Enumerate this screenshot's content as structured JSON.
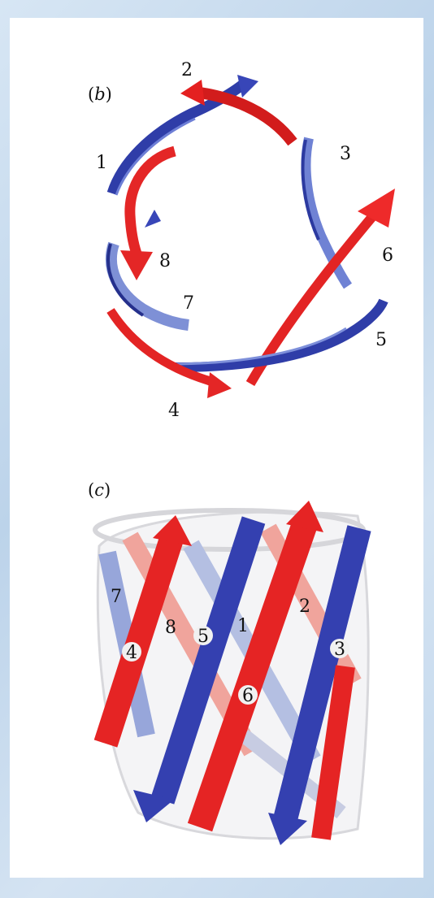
{
  "colors": {
    "red": "#ec2424",
    "blue": "#3846b8",
    "light_red": "#ef9a92",
    "light_blue": "#8fa1d8",
    "border": "#c9dcee"
  },
  "panel_b": {
    "label_open": "(",
    "label_letter": "b",
    "label_close": ")",
    "strand_labels": [
      "1",
      "2",
      "3",
      "4",
      "5",
      "6",
      "7",
      "8"
    ]
  },
  "panel_c": {
    "label_open": "(",
    "label_letter": "c",
    "label_close": ")",
    "strand_labels": [
      "1",
      "2",
      "3",
      "4",
      "5",
      "6",
      "7",
      "8"
    ]
  }
}
